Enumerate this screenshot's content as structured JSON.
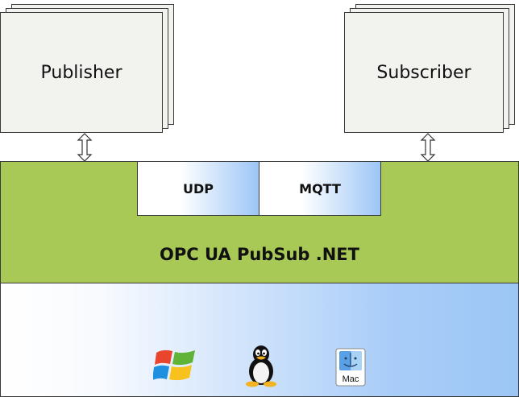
{
  "publisher": {
    "label": "Publisher"
  },
  "subscriber": {
    "label": "Subscriber"
  },
  "protocols": [
    {
      "label": "UDP"
    },
    {
      "label": "MQTT"
    }
  ],
  "platform": {
    "title": "OPC UA PubSub .NET"
  },
  "os_icons": {
    "windows": "windows-logo",
    "linux": "linux-tux-logo",
    "mac": {
      "icon": "mac-finder-logo",
      "label": "Mac"
    }
  },
  "colors": {
    "platform_green": "#a8c956",
    "card_fill": "#f2f2ee",
    "gradient_blue": "#9cc6f6"
  }
}
